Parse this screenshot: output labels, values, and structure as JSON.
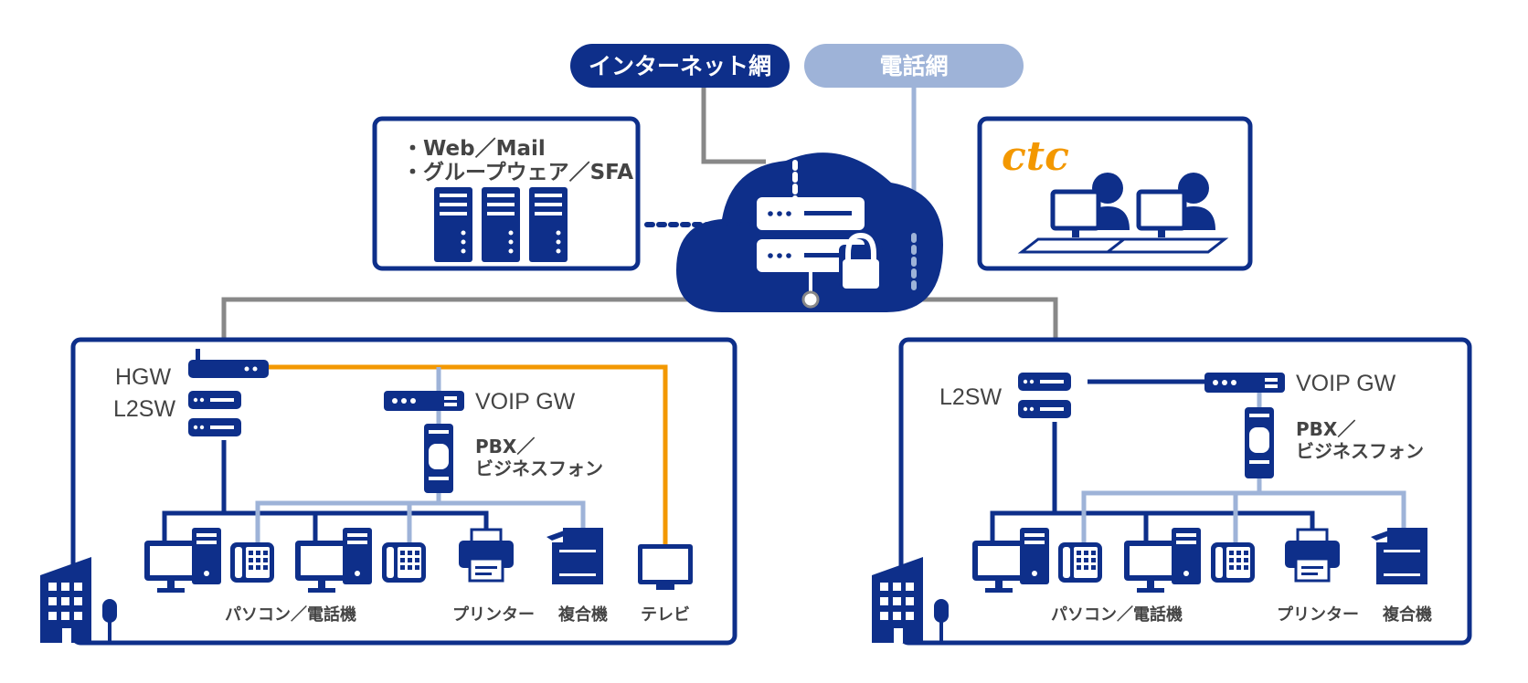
{
  "colors": {
    "navy": "#0e2f8a",
    "light_blue": "#9eb3d8",
    "gray_line": "#888888",
    "orange": "#f39800",
    "text": "#444444",
    "logo": "#f39800"
  },
  "networks": {
    "internet": "インターネット網",
    "phone": "電話網"
  },
  "cloud_services": {
    "line1": "・Web／Mail",
    "line2": "・グループウェア／SFA"
  },
  "ctc_box": {
    "logo": "ctc"
  },
  "left_site": {
    "hgw": "HGW",
    "l2sw": "L2SW",
    "voip_gw": "VOIP GW",
    "pbx_line1": "PBX／",
    "pbx_line2": "ビジネスフォン",
    "pc_phone": "パソコン／電話機",
    "printer": "プリンター",
    "mfp": "複合機",
    "tv": "テレビ"
  },
  "right_site": {
    "l2sw": "L2SW",
    "voip_gw": "VOIP GW",
    "pbx_line1": "PBX／",
    "pbx_line2": "ビジネスフォン",
    "pc_phone": "パソコン／電話機",
    "printer": "プリンター",
    "mfp": "複合機"
  },
  "icons": [
    "server-icon",
    "cloud-icon",
    "lock-icon",
    "operator-icon",
    "router-icon",
    "switch-icon",
    "pc-icon",
    "phone-icon",
    "printer-icon",
    "multifunction-printer-icon",
    "tv-icon",
    "building-icon",
    "tree-icon"
  ]
}
